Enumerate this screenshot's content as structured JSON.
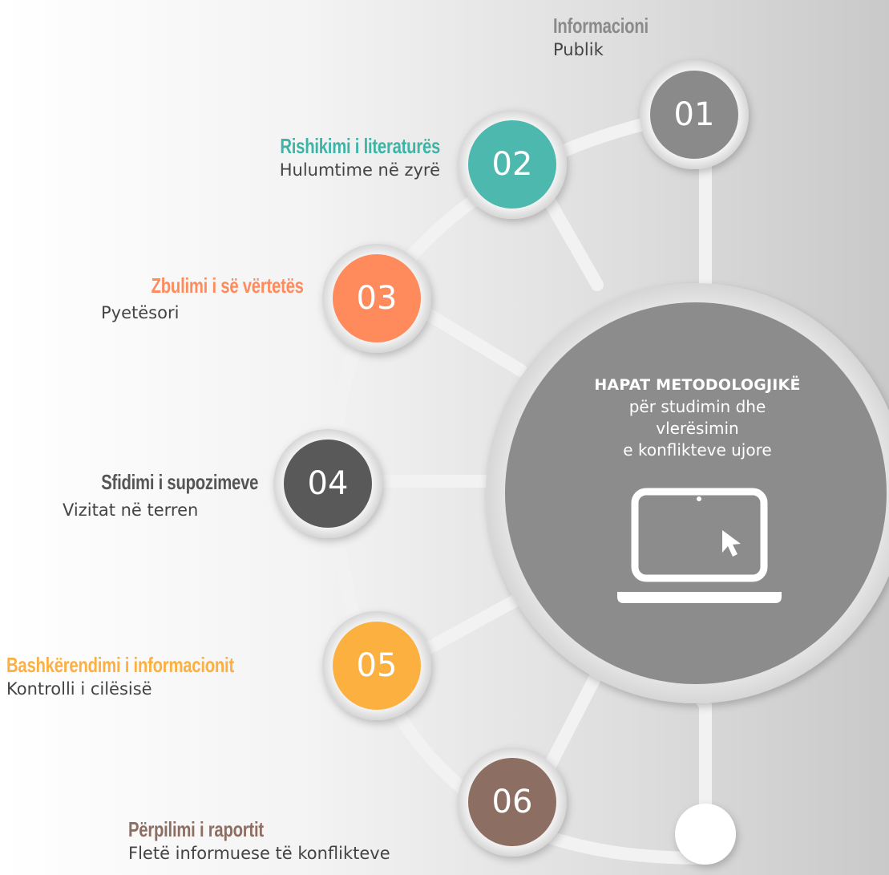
{
  "center": {
    "heading": "HAPAT METODOLOGJIKË",
    "line1": "për studimin dhe",
    "line2": "vlerësimin",
    "line3": "e konflikteve ujore",
    "icon": "laptop-cursor-icon"
  },
  "steps": [
    {
      "number": "01",
      "title": "Informacioni",
      "subtitle": "Publik",
      "color": "#8a8a8a"
    },
    {
      "number": "02",
      "title": "Rishikimi i literaturës",
      "subtitle": "Hulumtime në zyrë",
      "color": "#4db8ad"
    },
    {
      "number": "03",
      "title": "Zbulimi i së vërtetës",
      "subtitle": "Pyetësori",
      "color": "#ff8a5c"
    },
    {
      "number": "04",
      "title": "Sfidimi i supozimeve",
      "subtitle": "Vizitat në terren",
      "color": "#595959"
    },
    {
      "number": "05",
      "title": "Bashkërendimi i informacionit",
      "subtitle": "Kontrolli i cilësisë",
      "color": "#fbb040"
    },
    {
      "number": "06",
      "title": "Përpilimi i raportit",
      "subtitle": "Fletë informuese të konflikteve",
      "color": "#8d6e63"
    }
  ]
}
